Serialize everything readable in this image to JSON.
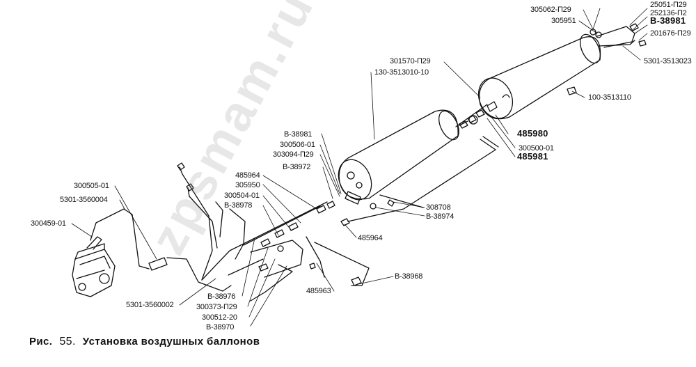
{
  "caption": {
    "prefix": "Рис.",
    "number": "55.",
    "title": "Установка воздушных баллонов"
  },
  "watermark": "zpsmam.ru",
  "parts": {
    "p25051": "25051-П29",
    "p252136": "252136-П2",
    "pB38981_top": "В-38981",
    "p201676": "201676-П29",
    "p305062": "305062-П29",
    "p305951": "305951",
    "p5301_3513023": "5301-3513023",
    "p301570": "301570-П29",
    "p130_3513010": "130-3513010-10",
    "p100_3513110": "100-3513110",
    "p485980": "485980",
    "p300500": "300500-01",
    "p485981": "485981",
    "pB38981_mid": "В-38981",
    "p300506": "300506-01",
    "p303094": "303094-П29",
    "pB38972": "В-38972",
    "p485964_a": "485964",
    "p305950": "305950",
    "p300504": "300504-01",
    "pB38978": "В-38978",
    "p308708": "308708",
    "pB38974": "В-38974",
    "p485964_b": "485964",
    "p300505": "300505-01",
    "p5301_3560004": "5301-3560004",
    "p300459": "300459-01",
    "pB38968": "В-38968",
    "p485963": "485963",
    "p5301_3560002": "5301-3560002",
    "pB38976": "В-38976",
    "p300373": "300373-П29",
    "p300512": "300512-20",
    "pB38970": "В-38970"
  }
}
